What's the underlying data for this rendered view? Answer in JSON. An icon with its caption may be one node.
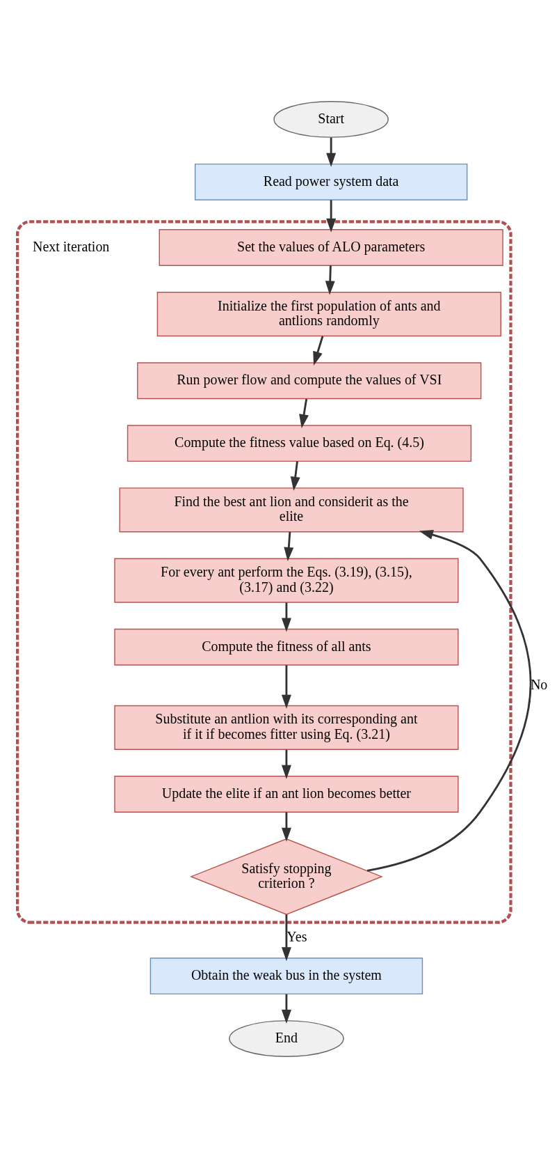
{
  "diagram": {
    "nodes": [
      {
        "text": [
          "Start"
        ]
      },
      {
        "text": [
          "Read power system data"
        ]
      },
      {
        "text": [],
        "shape": "box"
      },
      {
        "text": [
          "Set the values of ALO parameters"
        ],
        "in": 2
      },
      {
        "text": [
          "Initialize the first population of ants and antlions randomly"
        ],
        "in": 2
      },
      {
        "text": [
          "Run power flow and compute the values of VSI"
        ],
        "in": 2
      },
      {
        "text": [
          "Compute the fitness value based on Eq. (4.5)"
        ],
        "in": 2
      },
      {
        "text": [
          "Find the best ant lion and considerit as the elite"
        ],
        "in": 2
      },
      {
        "text": [
          "For every ant perform the Eqs. (3.19), (3.15), (3.17) and (3.22)"
        ],
        "in": 2
      },
      {
        "text": [
          "Compute the fitness of all ants"
        ],
        "in": 2
      },
      {
        "text": [
          "Substitute an antlion with its corresponding ant if it if becomes fitter using Eq. (3.21)"
        ],
        "in": 2
      },
      {
        "text": [
          "Update the elite if an ant lion becomes better"
        ],
        "in": 2
      },
      {
        "text": [
          "Satisfy stopping criterion ?"
        ],
        "in": 2
      },
      {
        "text": [
          "Obtain the weak bus in the system"
        ]
      },
      {
        "text": [
          "End"
        ]
      }
    ],
    "edges": [
      {
        "from": 0,
        "to": 1,
        "arrow": "to"
      },
      {
        "from": 1,
        "to": 3,
        "arrow": "to"
      },
      {
        "from": 3,
        "to": 4,
        "arrow": "to"
      },
      {
        "from": 4,
        "to": 5,
        "arrow": "to"
      },
      {
        "from": 5,
        "to": 6,
        "arrow": "to"
      },
      {
        "from": 6,
        "to": 7,
        "arrow": "to"
      },
      {
        "from": 7,
        "to": 8,
        "arrow": "to"
      },
      {
        "from": 8,
        "to": 9,
        "arrow": "to"
      },
      {
        "from": 9,
        "to": 10,
        "arrow": "to"
      },
      {
        "from": 10,
        "to": 11,
        "arrow": "to"
      },
      {
        "from": 11,
        "to": 12,
        "arrow": "to"
      },
      {
        "from": 12,
        "to": 7,
        "arrow": "to",
        "label": "No"
      },
      {
        "from": 12,
        "to": 13,
        "arrow": "to",
        "label": "Yes"
      },
      {
        "from": 13,
        "to": 14,
        "arrow": "to"
      }
    ],
    "labels": [
      "Next iteration"
    ]
  }
}
